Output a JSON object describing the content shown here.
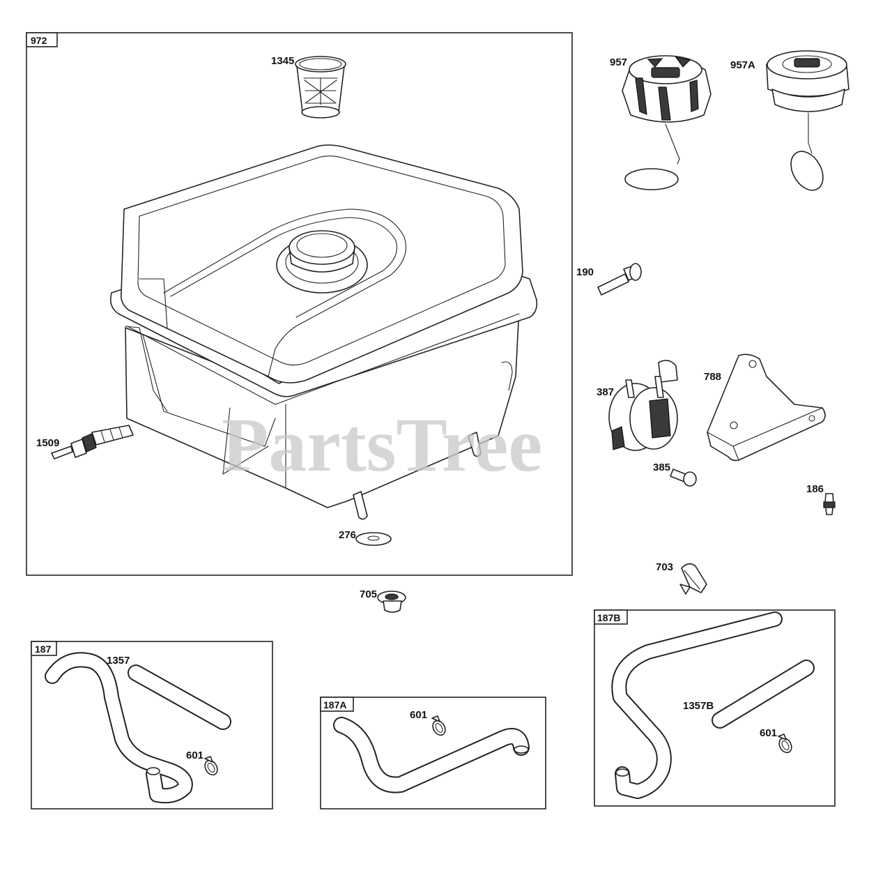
{
  "watermark": "PartsTree",
  "boxes": {
    "b972": "972",
    "b187": "187",
    "b187A": "187A",
    "b187B": "187B"
  },
  "labels": {
    "p1345": "1345",
    "p1509": "1509",
    "p276": "276",
    "p957": "957",
    "p957A": "957A",
    "p190": "190",
    "p387": "387",
    "p788": "788",
    "p385": "385",
    "p186": "186",
    "p703": "703",
    "p705": "705",
    "p1357": "1357",
    "p601a": "601",
    "p601b": "601",
    "p601c": "601",
    "p1357B": "1357B"
  }
}
